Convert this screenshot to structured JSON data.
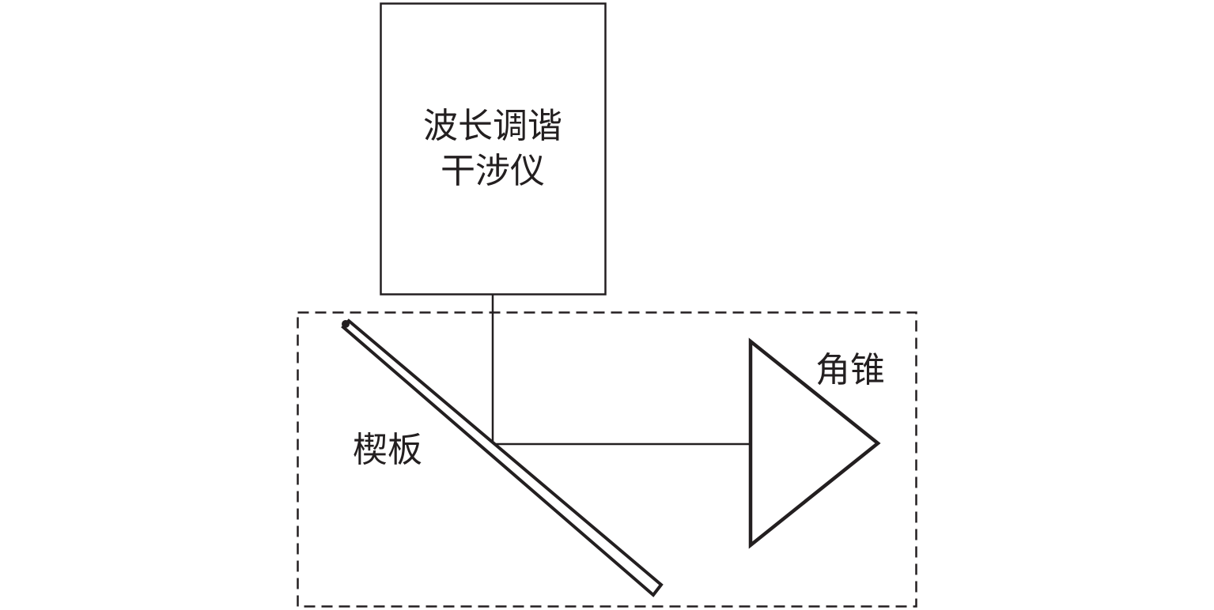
{
  "labels": {
    "interferometer_line1": "波长调谐",
    "interferometer_line2": "干涉仪",
    "wedge_plate": "楔板",
    "corner_cube": "角锥"
  },
  "colors": {
    "stroke": "#231f20",
    "background": "#ffffff"
  }
}
